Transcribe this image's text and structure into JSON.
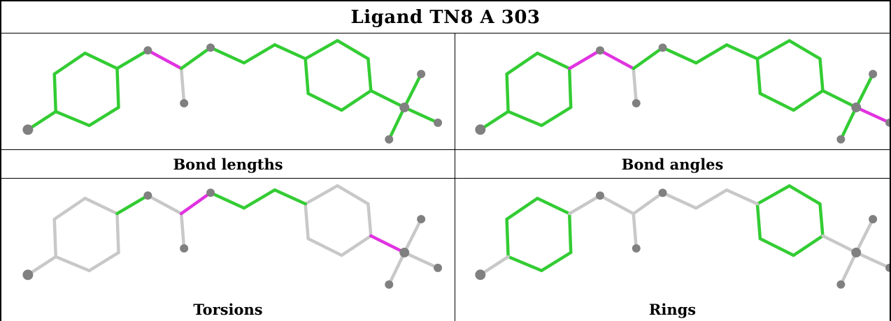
{
  "title": "Ligand TN8 A 303",
  "panels": [
    {
      "id": "bond-lengths",
      "caption": "Bond lengths"
    },
    {
      "id": "bond-angles",
      "caption": "Bond angles"
    },
    {
      "id": "torsions",
      "caption": "Torsions"
    },
    {
      "id": "rings",
      "caption": "Rings"
    }
  ],
  "colors": {
    "ok": "#33cc33",
    "outlier": "#e033e0",
    "unassessed": "#c8c8c8",
    "atom": "#808080"
  }
}
